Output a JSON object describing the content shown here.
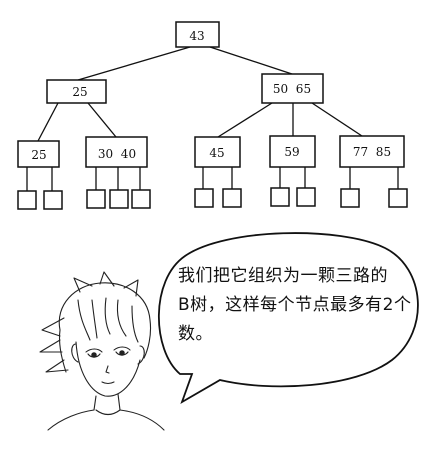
{
  "tree": {
    "root": "43",
    "level1": [
      "25",
      "50  65"
    ],
    "level2": [
      "25",
      "30  40",
      "45",
      "59",
      "77  85"
    ]
  },
  "speech_bubble": {
    "lines": [
      "我们把它组织为一颗三路的",
      "B树，这样每个节点最多有2个",
      "数。"
    ]
  },
  "character": {
    "description_icon": "anime-boy-face-icon"
  }
}
